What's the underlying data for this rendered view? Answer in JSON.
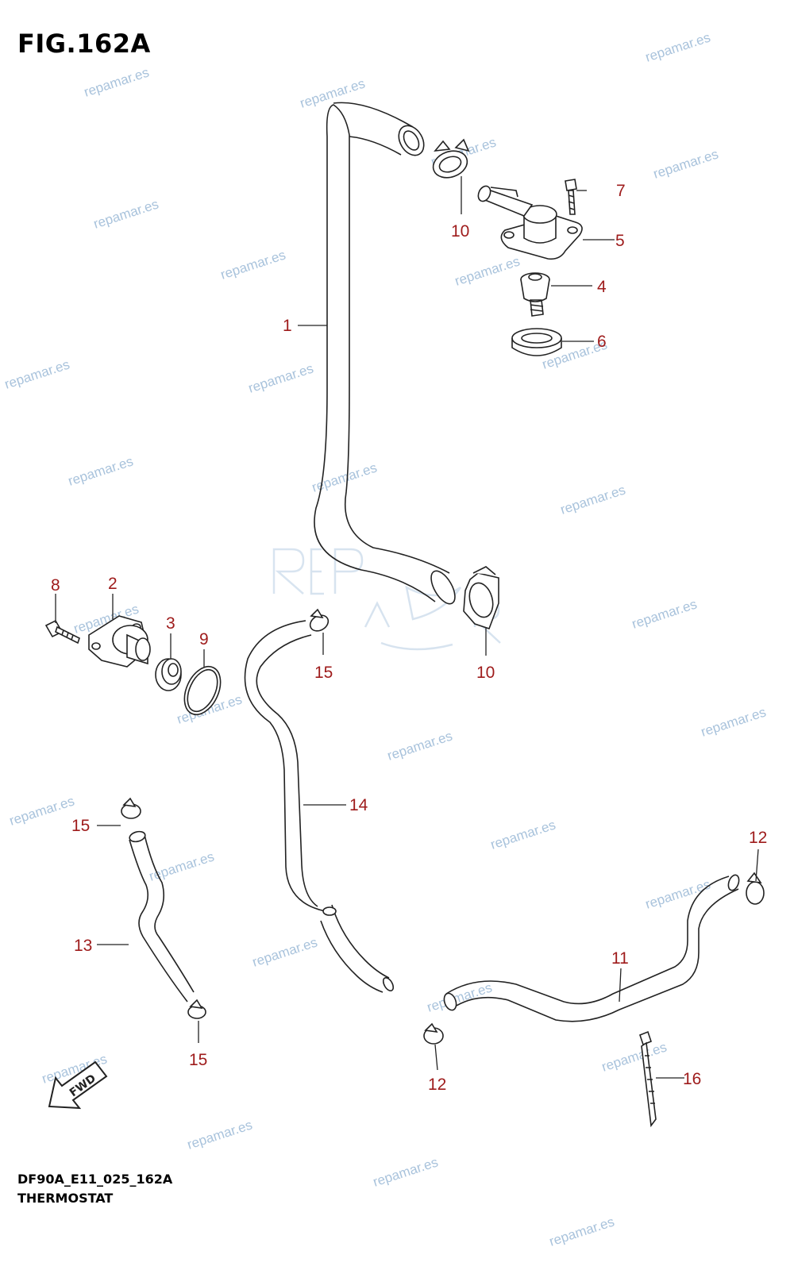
{
  "figure": {
    "title": "FIG.162A",
    "code": "DF90A_E11_025_162A",
    "name": "THERMOSTAT"
  },
  "colors": {
    "callout": "#9e1b1b",
    "line": "#222222",
    "watermark": "#a9c3dc"
  },
  "watermark_text": "repamar.es",
  "fwd_label": "FWD",
  "callouts": {
    "p1": "1",
    "p2": "2",
    "p3": "3",
    "p4": "4",
    "p5": "5",
    "p6": "6",
    "p7": "7",
    "p8": "8",
    "p9": "9",
    "p10a": "10",
    "p10b": "10",
    "p11": "11",
    "p12a": "12",
    "p12b": "12",
    "p13": "13",
    "p14": "14",
    "p15a": "15",
    "p15b": "15",
    "p15c": "15",
    "p16": "16"
  }
}
